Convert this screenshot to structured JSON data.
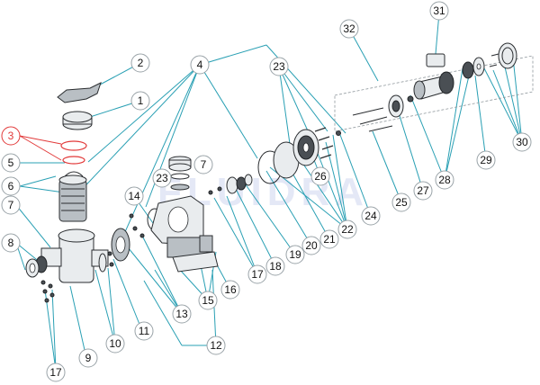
{
  "watermark": "FLUIDRA",
  "callouts": [
    {
      "id": "c1",
      "label": "1"
    },
    {
      "id": "c2",
      "label": "2"
    },
    {
      "id": "c3",
      "label": "3",
      "highlight": true
    },
    {
      "id": "c4",
      "label": "4"
    },
    {
      "id": "c5",
      "label": "5"
    },
    {
      "id": "c6",
      "label": "6"
    },
    {
      "id": "c7a",
      "label": "7"
    },
    {
      "id": "c7b",
      "label": "7"
    },
    {
      "id": "c8",
      "label": "8"
    },
    {
      "id": "c9",
      "label": "9"
    },
    {
      "id": "c10",
      "label": "10"
    },
    {
      "id": "c11",
      "label": "11"
    },
    {
      "id": "c12",
      "label": "12"
    },
    {
      "id": "c13",
      "label": "13"
    },
    {
      "id": "c14",
      "label": "14"
    },
    {
      "id": "c15",
      "label": "15"
    },
    {
      "id": "c16",
      "label": "16"
    },
    {
      "id": "c17a",
      "label": "17"
    },
    {
      "id": "c17b",
      "label": "17"
    },
    {
      "id": "c18",
      "label": "18"
    },
    {
      "id": "c19",
      "label": "19"
    },
    {
      "id": "c20",
      "label": "20"
    },
    {
      "id": "c21",
      "label": "21"
    },
    {
      "id": "c22",
      "label": "22"
    },
    {
      "id": "c23a",
      "label": "23"
    },
    {
      "id": "c23b",
      "label": "23"
    },
    {
      "id": "c24",
      "label": "24"
    },
    {
      "id": "c25",
      "label": "25"
    },
    {
      "id": "c26",
      "label": "26"
    },
    {
      "id": "c27",
      "label": "27"
    },
    {
      "id": "c28",
      "label": "28"
    },
    {
      "id": "c29",
      "label": "29"
    },
    {
      "id": "c30",
      "label": "30"
    },
    {
      "id": "c31",
      "label": "31"
    },
    {
      "id": "c32",
      "label": "32"
    }
  ],
  "colors": {
    "leader": "#2aa0b4",
    "highlight": "#e23a3a",
    "callout_border": "#9aa3a8"
  }
}
